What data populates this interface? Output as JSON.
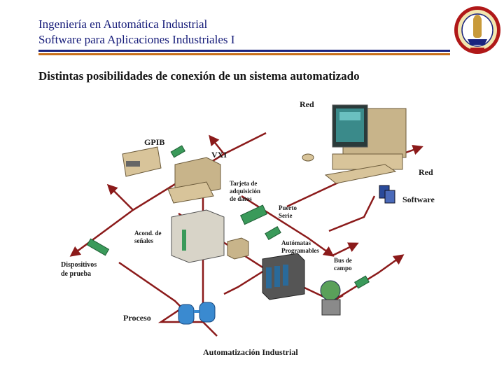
{
  "header": {
    "line1": "Ingeniería en Automática Industrial",
    "line2": "Software para Aplicaciones Industriales I"
  },
  "slide": {
    "subtitle": "Distintas posibilidades de conexión de un sistema automatizado"
  },
  "colors": {
    "header_text": "#141a78",
    "rule_blue": "#1a237e",
    "rule_orange": "#c8701a",
    "network_line": "#8b1a1a"
  },
  "diagram": {
    "red_top": "Red",
    "gpib": "GPIB",
    "vxi": "VXI",
    "red_right": "Red",
    "software": "Software",
    "tarjeta_1": "Tarjeta de",
    "tarjeta_2": "adquisición",
    "tarjeta_3": "de datos",
    "puerto_1": "Puerto",
    "puerto_2": "Serie",
    "acond_1": "Acond. de",
    "acond_2": "señales",
    "automatas_1": "Autómatas",
    "automatas_2": "Programables",
    "bus_1": "Bus de",
    "bus_2": "campo",
    "dispositivos_1": "Dispositivos",
    "dispositivos_2": "de prueba",
    "proceso": "Proceso",
    "footer": "Automatización Industrial"
  }
}
